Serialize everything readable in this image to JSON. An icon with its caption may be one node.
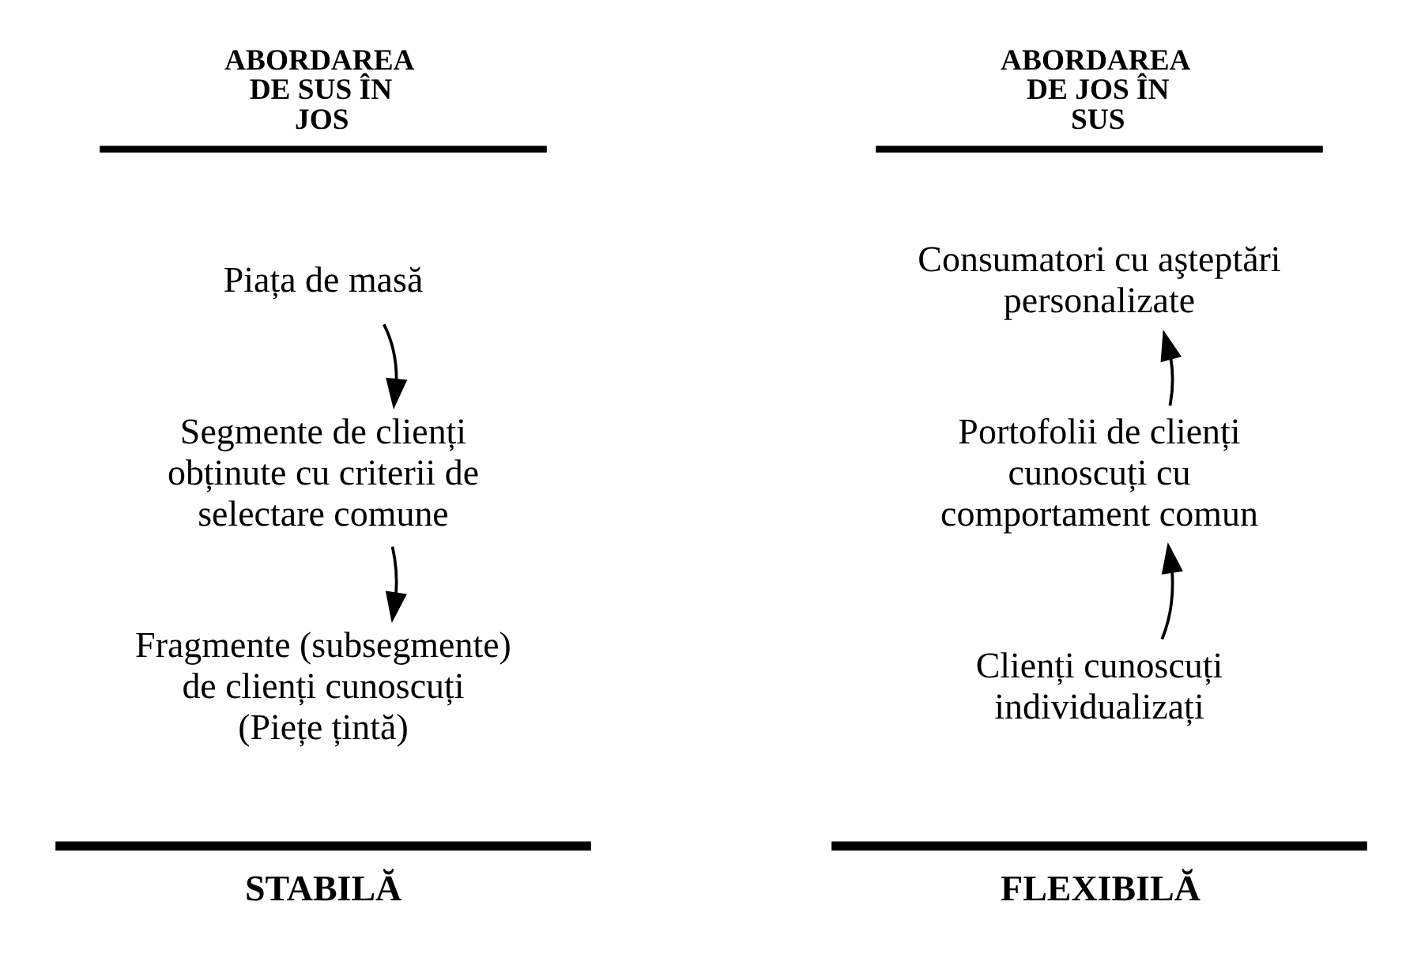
{
  "diagram": {
    "nodes": [
      {
        "text": [
          "Piața de masă"
        ]
      },
      {
        "text": [
          "Segmente de clienți obținute cu criterii de selectare comune"
        ]
      },
      {
        "text": [
          "Fragmente (subsegmente) de clienți cunoscuți (Piețe țintă)"
        ]
      },
      {
        "text": [
          "Consumatori cu aşteptări personalizate"
        ]
      },
      {
        "text": [
          "Portofolii de clienți cunoscuți cu comportament comun"
        ]
      },
      {
        "text": [
          "Clienți cunoscuți individualizați"
        ]
      }
    ],
    "edges": [
      {
        "from": 0,
        "to": 1,
        "arrow": "to"
      },
      {
        "from": 1,
        "to": 2,
        "arrow": "to"
      },
      {
        "from": 5,
        "to": 4,
        "arrow": "to"
      },
      {
        "from": 4,
        "to": 3,
        "arrow": "to"
      }
    ],
    "labels": [
      "ABORDAREA DE SUS ÎN JOS",
      "ABORDAREA DE JOS ÎN SUS",
      "STABILĂ",
      "FLEXIBILĂ"
    ]
  }
}
